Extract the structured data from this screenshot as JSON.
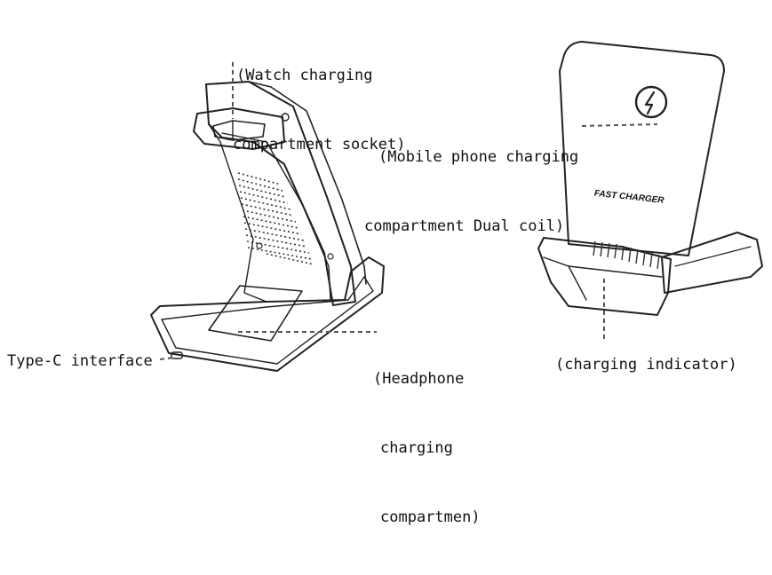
{
  "labels": {
    "watch_socket": [
      "(Watch charging",
      "compartment socket)"
    ],
    "phone_coil": [
      "(Mobile phone charging",
      "compartment Dual coil)"
    ],
    "headphone": [
      "(Headphone",
      "charging",
      "compartmen)"
    ],
    "type_c": "Type-C interface",
    "indicator": "(charging indicator)",
    "brand_text": "FAST CHARGER"
  },
  "colors": {
    "line": "#222222",
    "leader": "#555555",
    "text": "#111111"
  }
}
